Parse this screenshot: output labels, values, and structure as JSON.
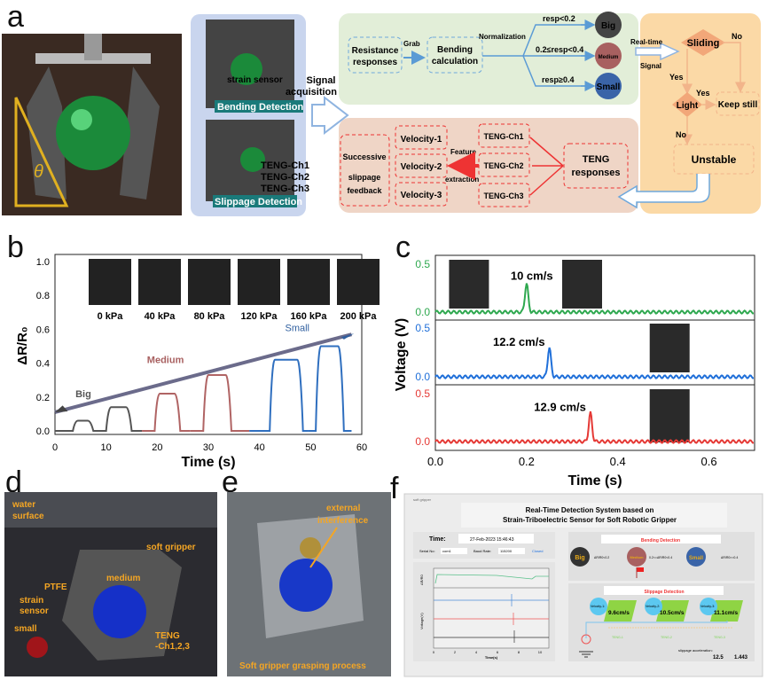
{
  "panels": {
    "a": "a",
    "b": "b",
    "c": "c",
    "d": "d",
    "e": "e",
    "f": "f"
  },
  "a": {
    "theta": "θ",
    "strain_sensor": "strain sensor",
    "bending_detection": "Bending Detection",
    "slippage_detection": "Slippage Detection",
    "teng": [
      "TENG-Ch1",
      "TENG-Ch2",
      "TENG-Ch3"
    ],
    "signal_acquisition": [
      "Signal",
      "acquisition"
    ],
    "resistance": [
      "Resistance",
      "responses"
    ],
    "grab": "Grab",
    "bending_calc": [
      "Bending",
      "calculation"
    ],
    "normalization": "Normalization",
    "cond": [
      "resp<0.2",
      "0.2≤resp<0.4",
      "resp≥0.4"
    ],
    "sizes": [
      "Big",
      "Medium",
      "Small"
    ],
    "realtime": [
      "Real-time",
      "Signal"
    ],
    "sliding": "Sliding",
    "light": "Light",
    "keep_still": "Keep still",
    "unstable": "Unstable",
    "yes": "Yes",
    "no": "No",
    "successive": [
      "Successive",
      "slippage",
      "feedback"
    ],
    "velocity": [
      "Velocity-1",
      "Velocity-2",
      "Velocity-3"
    ],
    "feature": [
      "Feature",
      "extraction"
    ],
    "teng_responses": [
      "TENG",
      "responses"
    ]
  },
  "chart_data": [
    {
      "type": "line",
      "xlabel": "Time (s)",
      "ylabel": "ΔR/R₀",
      "xlim": [
        0,
        60
      ],
      "ylim": [
        0,
        1.0
      ],
      "xticks": [
        "0",
        "10",
        "20",
        "30",
        "40",
        "50",
        "60"
      ],
      "yticks": [
        "0.0",
        "0.2",
        "0.4",
        "0.6",
        "0.8",
        "1.0"
      ],
      "pressures": [
        "0 kPa",
        "40 kPa",
        "80 kPa",
        "120 kPa",
        "160 kPa",
        "200 kPa"
      ],
      "annotations": [
        "Big",
        "Medium",
        "Small"
      ],
      "pulses": [
        {
          "start": 3.5,
          "end": 7,
          "value": 0.06,
          "color": "#555555"
        },
        {
          "start": 10,
          "end": 14.5,
          "value": 0.14,
          "color": "#555555"
        },
        {
          "start": 19.5,
          "end": 24,
          "value": 0.22,
          "color": "#b06464"
        },
        {
          "start": 29,
          "end": 34,
          "value": 0.33,
          "color": "#b06464"
        },
        {
          "start": 42,
          "end": 48,
          "value": 0.42,
          "color": "#2f6fbf"
        },
        {
          "start": 51,
          "end": 56,
          "value": 0.5,
          "color": "#2f6fbf"
        }
      ]
    },
    {
      "type": "line",
      "xlabel": "Time (s)",
      "ylabel": "Voltage (V)",
      "xlim": [
        0,
        0.7
      ],
      "xticks": [
        "0.0",
        "0.2",
        "0.4",
        "0.6"
      ],
      "yticks": [
        "0.0",
        "0.5"
      ],
      "series": [
        {
          "name": "TENG-Ch1",
          "color": "#2ea84f",
          "peak_x": 0.2,
          "peak": 0.3,
          "label": "10 cm/s"
        },
        {
          "name": "TENG-Ch2",
          "color": "#1f6fd9",
          "peak_x": 0.25,
          "peak": 0.3,
          "label": "12.2 cm/s"
        },
        {
          "name": "TENG-Ch3",
          "color": "#e53935",
          "peak_x": 0.34,
          "peak": 0.3,
          "label": "12.9 cm/s"
        }
      ]
    }
  ],
  "d": {
    "water": [
      "water",
      "surface"
    ],
    "soft_gripper": "soft gripper",
    "medium": "medium",
    "ptfe": "PTFE",
    "strain": [
      "strain",
      "sensor"
    ],
    "small": "small",
    "teng": [
      "TENG",
      "-Ch1,2,3"
    ]
  },
  "e": {
    "external": [
      "external",
      "interference"
    ],
    "caption": "Soft gripper grasping process"
  },
  "f": {
    "window_title": "soft gripper",
    "title": [
      "Real-Time Detection System based on",
      "Strain-Triboelectric Sensor for Soft Robotic Gripper"
    ],
    "time_label": "Time:",
    "time_value": "27-Feb-2023 15:46:43",
    "serial_label": "Serial No:",
    "serial_value": "com1",
    "baud_label": "Baud Rate:",
    "baud_value": "115200",
    "status": "Closed",
    "bending": "Bending Detection",
    "sizes": [
      "Big",
      "Medium",
      "Small"
    ],
    "thresholds": [
      "ΔR/R0<0.2",
      "0.2<=ΔR/R0<0.4",
      "ΔR/R0>=0.4"
    ],
    "slippage": "Slippage Detection",
    "velocities": [
      "Velocity-1:",
      "Velocity-2:",
      "Velocity-3:"
    ],
    "speeds": [
      "9.6cm/s",
      "10.5cm/s",
      "11.1cm/s"
    ],
    "tengs": [
      "TENG-1",
      "TENG-2",
      "TENG-3"
    ],
    "accel_label": "slippage acceleration:",
    "accel": [
      "12.5",
      "1.443"
    ],
    "ylabel1": "ΔR/R0",
    "ylabel2": "Voltage(V)",
    "xlabel": "Time(s)",
    "xticks": [
      "0",
      "2",
      "4",
      "6",
      "8",
      "10"
    ]
  }
}
